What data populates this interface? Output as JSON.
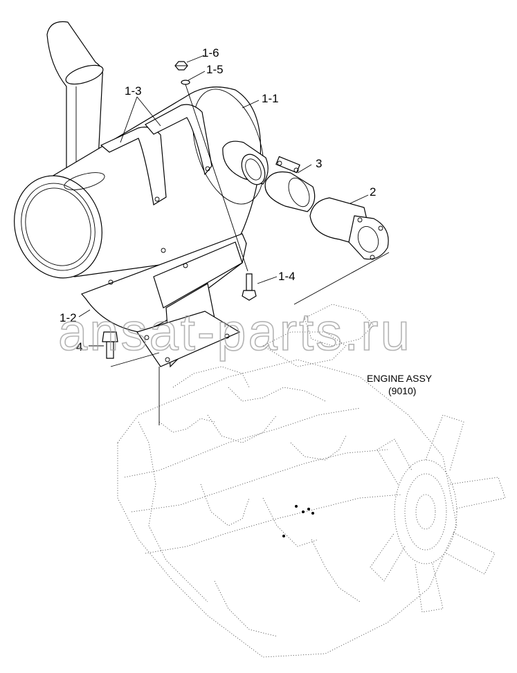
{
  "callouts": {
    "c1_1": "1-1",
    "c1_2": "1-2",
    "c1_3": "1-3",
    "c1_4": "1-4",
    "c1_5": "1-5",
    "c1_6": "1-6",
    "c2": "2",
    "c3": "3",
    "c4": "4"
  },
  "engine_assy": {
    "label": "ENGINE ASSY",
    "code": "(9010)"
  },
  "watermark": "ansat-parts.ru",
  "colors": {
    "line": "#000000",
    "watermark_outline": "#9a9a9a",
    "background": "#ffffff"
  }
}
